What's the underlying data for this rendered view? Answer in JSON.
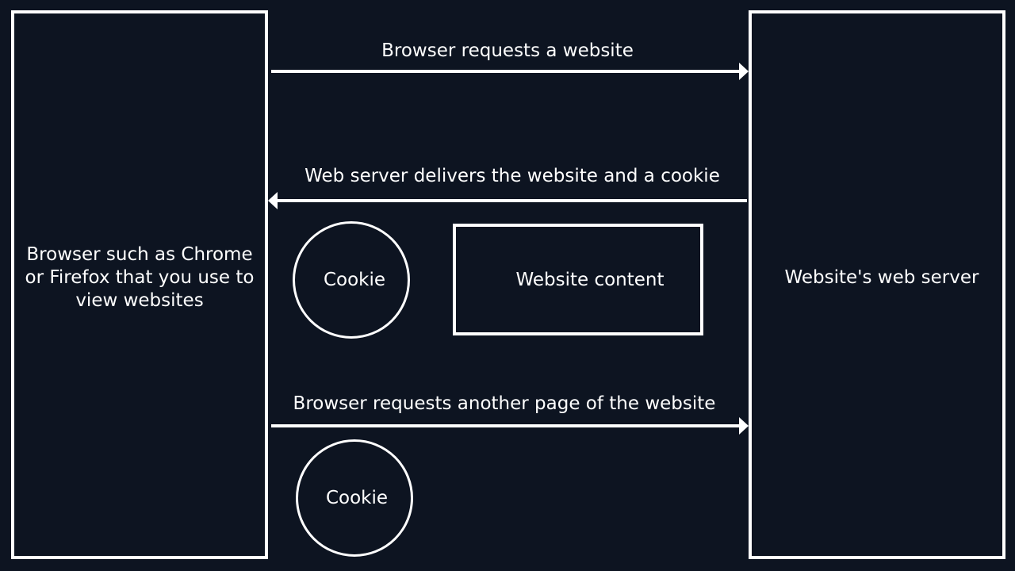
{
  "diagram": {
    "colors": {
      "background": "#0d1421",
      "stroke": "#ffffff",
      "text": "#ffffff"
    },
    "browser_box": {
      "label": "Browser such as Chrome or Firefox that you use to view websites"
    },
    "server_box": {
      "label": "Website's web server"
    },
    "arrows": {
      "request": "Browser requests a website",
      "response": "Web server delivers the website and a cookie",
      "second_request": "Browser requests another page of the website"
    },
    "response_items": {
      "cookie": "Cookie",
      "content": "Website content"
    },
    "second_request_items": {
      "cookie": "Cookie"
    }
  }
}
